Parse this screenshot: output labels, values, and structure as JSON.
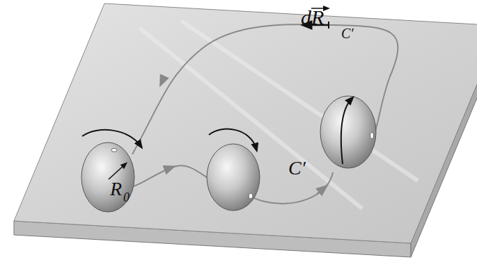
{
  "diagram": {
    "labels": [
      "dR",
      "C′",
      "C′",
      "R",
      "0"
    ]
  }
}
